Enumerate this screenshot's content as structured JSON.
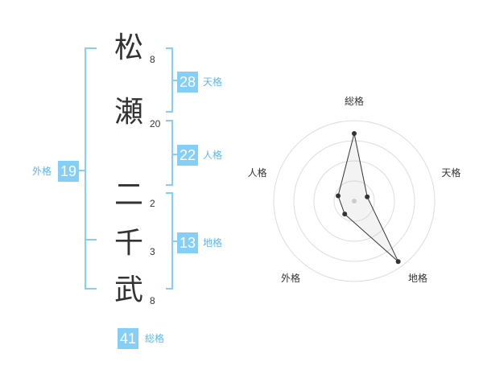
{
  "name_chars": [
    {
      "char": "松",
      "strokes": "8"
    },
    {
      "char": "瀬",
      "strokes": "20"
    },
    {
      "char": "二",
      "strokes": "2"
    },
    {
      "char": "千",
      "strokes": "3"
    },
    {
      "char": "武",
      "strokes": "8"
    }
  ],
  "scores": {
    "tenkaku": {
      "value": "28",
      "label": "天格"
    },
    "jinkaku": {
      "value": "22",
      "label": "人格"
    },
    "chikaku": {
      "value": "13",
      "label": "地格"
    },
    "gaikaku": {
      "value": "19",
      "label": "外格"
    },
    "soukaku": {
      "value": "41",
      "label": "総格"
    }
  },
  "colors": {
    "accent": "#85cef5",
    "label": "#5bb8ec",
    "text": "#333333"
  },
  "chart_data": {
    "type": "radar",
    "axes": [
      "総格",
      "天格",
      "地格",
      "外格",
      "人格"
    ],
    "values": [
      0.84,
      0.17,
      0.93,
      0.2,
      0.21
    ],
    "rings": 4,
    "scale_max": 1
  }
}
